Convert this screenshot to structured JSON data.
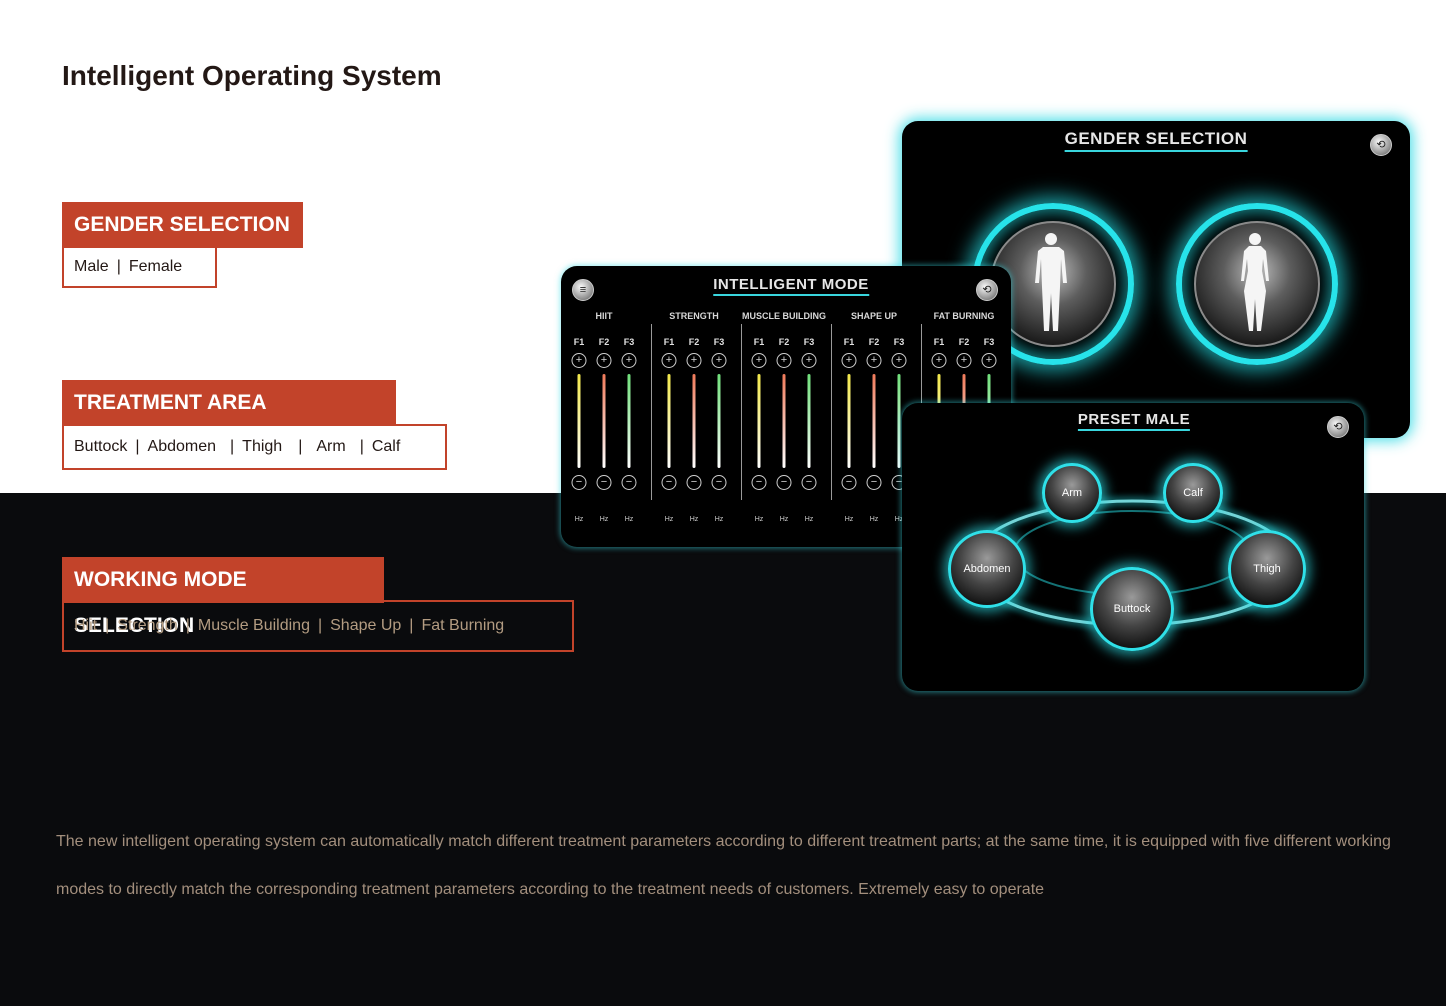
{
  "page": {
    "title": "Intelligent Operating System"
  },
  "sections": {
    "gender": {
      "heading": "GENDER SELECTION",
      "options": [
        "Male",
        "Female"
      ]
    },
    "treatment": {
      "heading": "TREATMENT AREA SELECTION",
      "options": [
        "Buttock",
        "Abdomen",
        "Thigh",
        "Arm",
        "Calf"
      ]
    },
    "working": {
      "heading": "WORKING MODE SELECTION",
      "options": [
        "Hiit",
        "Strength",
        "Muscle Building",
        "Shape Up",
        "Fat Burning"
      ]
    }
  },
  "description": "The new intelligent operating system can automatically match different treatment parameters according to different treatment parts; at the same time, it is equipped with five different working modes to directly match the corresponding treatment parameters according to the treatment needs of customers. Extremely easy to operate",
  "screens": {
    "gender": {
      "title": "GENDER SELECTION"
    },
    "intelligent": {
      "title": "INTELLIGENT MODE",
      "modes": [
        "HIIT",
        "STRENGTH",
        "MUSCLE BUILDING",
        "SHAPE UP",
        "FAT BURNING"
      ],
      "channels": [
        "F1",
        "F2",
        "F3"
      ],
      "unit": "Hz",
      "plus": "+",
      "minus": "−"
    },
    "preset": {
      "title": "PRESET MALE",
      "areas": {
        "arm": "Arm",
        "calf": "Calf",
        "abdomen": "Abdomen",
        "thigh": "Thigh",
        "buttock": "Buttock"
      }
    }
  },
  "colors": {
    "accent": "#c2432a",
    "glow": "#27e3ea",
    "bar_yellow": "#f2e84a",
    "bar_red": "#f07a5a",
    "bar_green": "#6fe07a"
  }
}
